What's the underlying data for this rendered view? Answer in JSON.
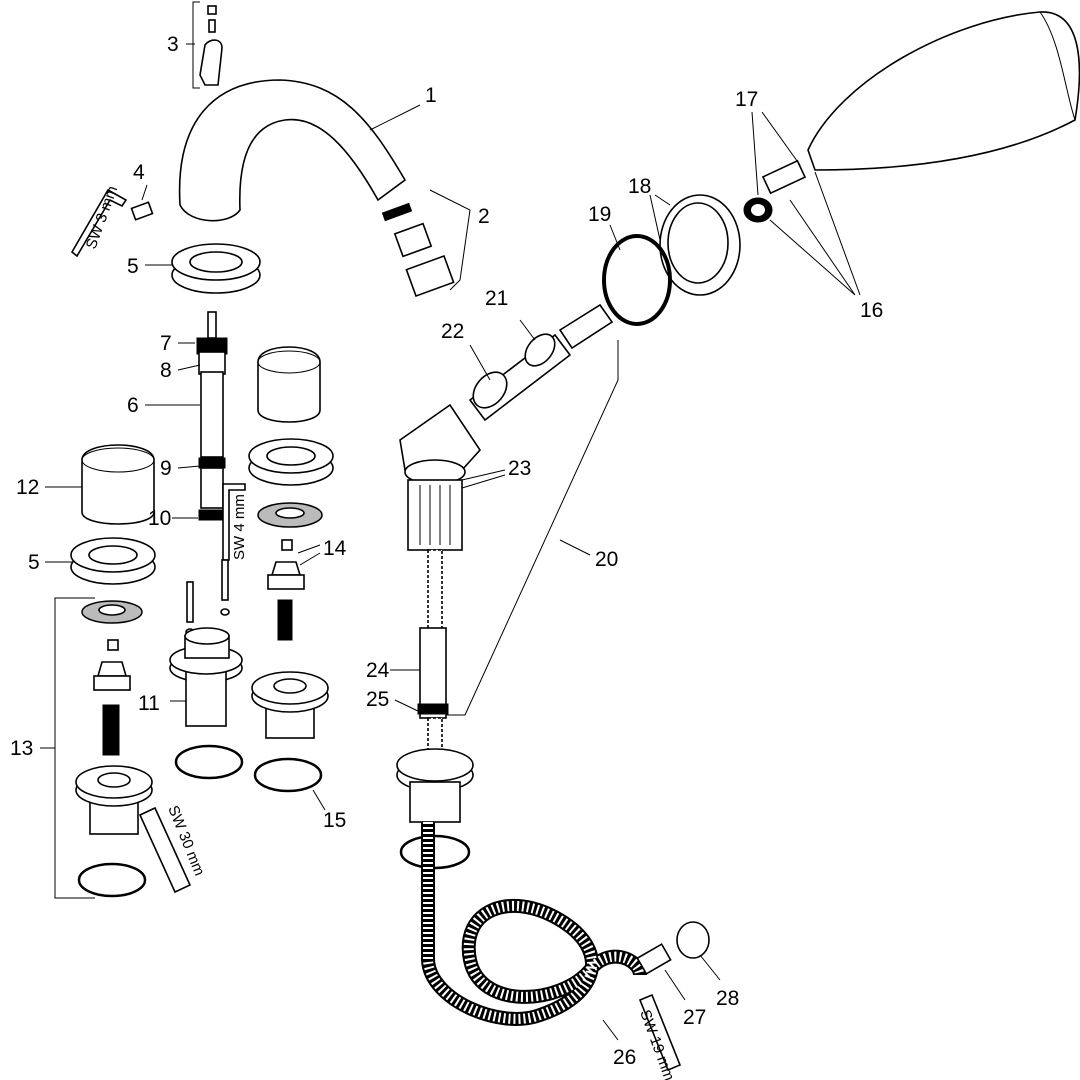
{
  "diagram": {
    "title": "Exploded parts diagram",
    "callouts": [
      "1",
      "2",
      "3",
      "4",
      "5",
      "5",
      "6",
      "7",
      "8",
      "9",
      "10",
      "11",
      "12",
      "13",
      "14",
      "15",
      "16",
      "17",
      "18",
      "19",
      "20",
      "21",
      "22",
      "23",
      "24",
      "25",
      "26",
      "27",
      "28"
    ],
    "tool_labels": {
      "allen_3": "SW 3 mm",
      "allen_4": "SW 4 mm",
      "wrench_30": "SW 30 mm",
      "wrench_19": "SW 19 mm"
    }
  }
}
